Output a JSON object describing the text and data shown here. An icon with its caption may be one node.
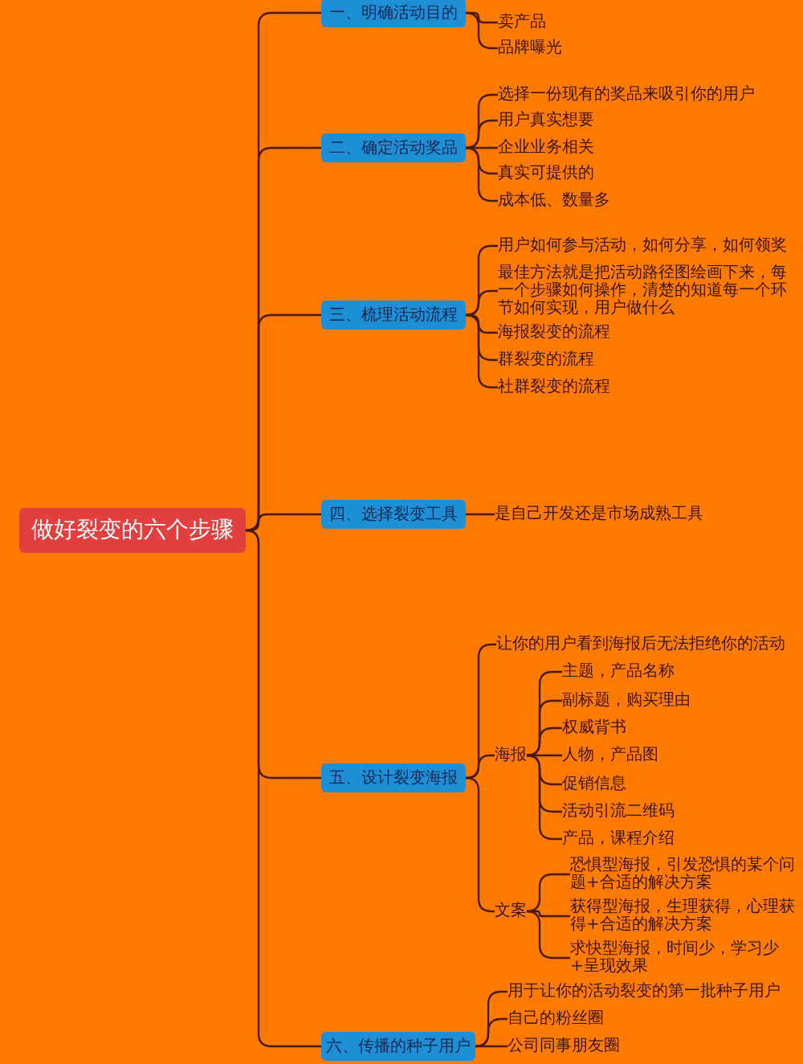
{
  "diagram": {
    "nodes": [
      {
        "text": [
          "做好裂变的六个步骤"
        ]
      },
      {
        "text": [
          "一、明确活动目的"
        ]
      },
      {
        "text": [
          "卖产品"
        ]
      },
      {
        "text": [
          "品牌曝光"
        ]
      },
      {
        "text": [
          "二、确定活动奖品"
        ]
      },
      {
        "text": [
          "选择一份现有的奖品来吸引你的用户"
        ]
      },
      {
        "text": [
          "用户真实想要"
        ]
      },
      {
        "text": [
          "企业业务相关"
        ]
      },
      {
        "text": [
          "真实可提供的"
        ]
      },
      {
        "text": [
          "成本低、数量多"
        ]
      },
      {
        "text": [
          "三、梳理活动流程"
        ]
      },
      {
        "text": [
          "用户如何参与活动，如何分享，如何领奖"
        ]
      },
      {
        "text": [
          "最佳方法就是把活动路径图绘画下来，每一个步骤如何操作，清楚的知道每一个环节如何实现，用户做什么"
        ]
      },
      {
        "text": [
          "海报裂变的流程"
        ]
      },
      {
        "text": [
          "群裂变的流程"
        ]
      },
      {
        "text": [
          "社群裂变的流程"
        ]
      },
      {
        "text": [
          "四、选择裂变工具"
        ]
      },
      {
        "text": [
          "是自己开发还是市场成熟工具"
        ]
      },
      {
        "text": [
          "五、设计裂变海报"
        ]
      },
      {
        "text": [
          "让你的用户看到海报后无法拒绝你的活动"
        ]
      },
      {
        "text": [
          "海报"
        ]
      },
      {
        "text": [
          "主题，产品名称"
        ]
      },
      {
        "text": [
          "副标题，购买理由"
        ]
      },
      {
        "text": [
          "权威背书"
        ]
      },
      {
        "text": [
          "人物，产品图"
        ]
      },
      {
        "text": [
          "促销信息"
        ]
      },
      {
        "text": [
          "活动引流二维码"
        ]
      },
      {
        "text": [
          "产品，课程介绍"
        ]
      },
      {
        "text": [
          "文案"
        ]
      },
      {
        "text": [
          "恐惧型海报，引发恐惧的某个问题+合适的解决方案"
        ]
      },
      {
        "text": [
          "获得型海报，生理获得，心理获得+合适的解决方案"
        ]
      },
      {
        "text": [
          "求快型海报，时间少，学习少+呈现效果"
        ]
      },
      {
        "text": [
          "六、传播的种子用户"
        ]
      },
      {
        "text": [
          "用于让你的活动裂变的第一批种子用户"
        ]
      },
      {
        "text": [
          "自己的粉丝圈"
        ]
      },
      {
        "text": [
          "公司同事朋友圈"
        ]
      }
    ],
    "edges": [
      {
        "from": 0,
        "to": 1,
        "arrow": "none"
      },
      {
        "from": 0,
        "to": 4,
        "arrow": "none"
      },
      {
        "from": 0,
        "to": 10,
        "arrow": "none"
      },
      {
        "from": 0,
        "to": 16,
        "arrow": "none"
      },
      {
        "from": 0,
        "to": 18,
        "arrow": "none"
      },
      {
        "from": 0,
        "to": 32,
        "arrow": "none"
      },
      {
        "from": 1,
        "to": 2,
        "arrow": "none"
      },
      {
        "from": 1,
        "to": 3,
        "arrow": "none"
      },
      {
        "from": 4,
        "to": 5,
        "arrow": "none"
      },
      {
        "from": 4,
        "to": 6,
        "arrow": "none"
      },
      {
        "from": 4,
        "to": 7,
        "arrow": "none"
      },
      {
        "from": 4,
        "to": 8,
        "arrow": "none"
      },
      {
        "from": 4,
        "to": 9,
        "arrow": "none"
      },
      {
        "from": 10,
        "to": 11,
        "arrow": "none"
      },
      {
        "from": 10,
        "to": 12,
        "arrow": "none"
      },
      {
        "from": 10,
        "to": 13,
        "arrow": "none"
      },
      {
        "from": 10,
        "to": 14,
        "arrow": "none"
      },
      {
        "from": 10,
        "to": 15,
        "arrow": "none"
      },
      {
        "from": 16,
        "to": 17,
        "arrow": "none"
      },
      {
        "from": 18,
        "to": 19,
        "arrow": "none"
      },
      {
        "from": 18,
        "to": 20,
        "arrow": "none"
      },
      {
        "from": 18,
        "to": 28,
        "arrow": "none"
      },
      {
        "from": 20,
        "to": 21,
        "arrow": "none"
      },
      {
        "from": 20,
        "to": 22,
        "arrow": "none"
      },
      {
        "from": 20,
        "to": 23,
        "arrow": "none"
      },
      {
        "from": 20,
        "to": 24,
        "arrow": "none"
      },
      {
        "from": 20,
        "to": 25,
        "arrow": "none"
      },
      {
        "from": 20,
        "to": 26,
        "arrow": "none"
      },
      {
        "from": 20,
        "to": 27,
        "arrow": "none"
      },
      {
        "from": 28,
        "to": 29,
        "arrow": "none"
      },
      {
        "from": 28,
        "to": 30,
        "arrow": "none"
      },
      {
        "from": 28,
        "to": 31,
        "arrow": "none"
      },
      {
        "from": 32,
        "to": 33,
        "arrow": "none"
      },
      {
        "from": 32,
        "to": 34,
        "arrow": "none"
      },
      {
        "from": 32,
        "to": 35,
        "arrow": "none"
      }
    ]
  }
}
